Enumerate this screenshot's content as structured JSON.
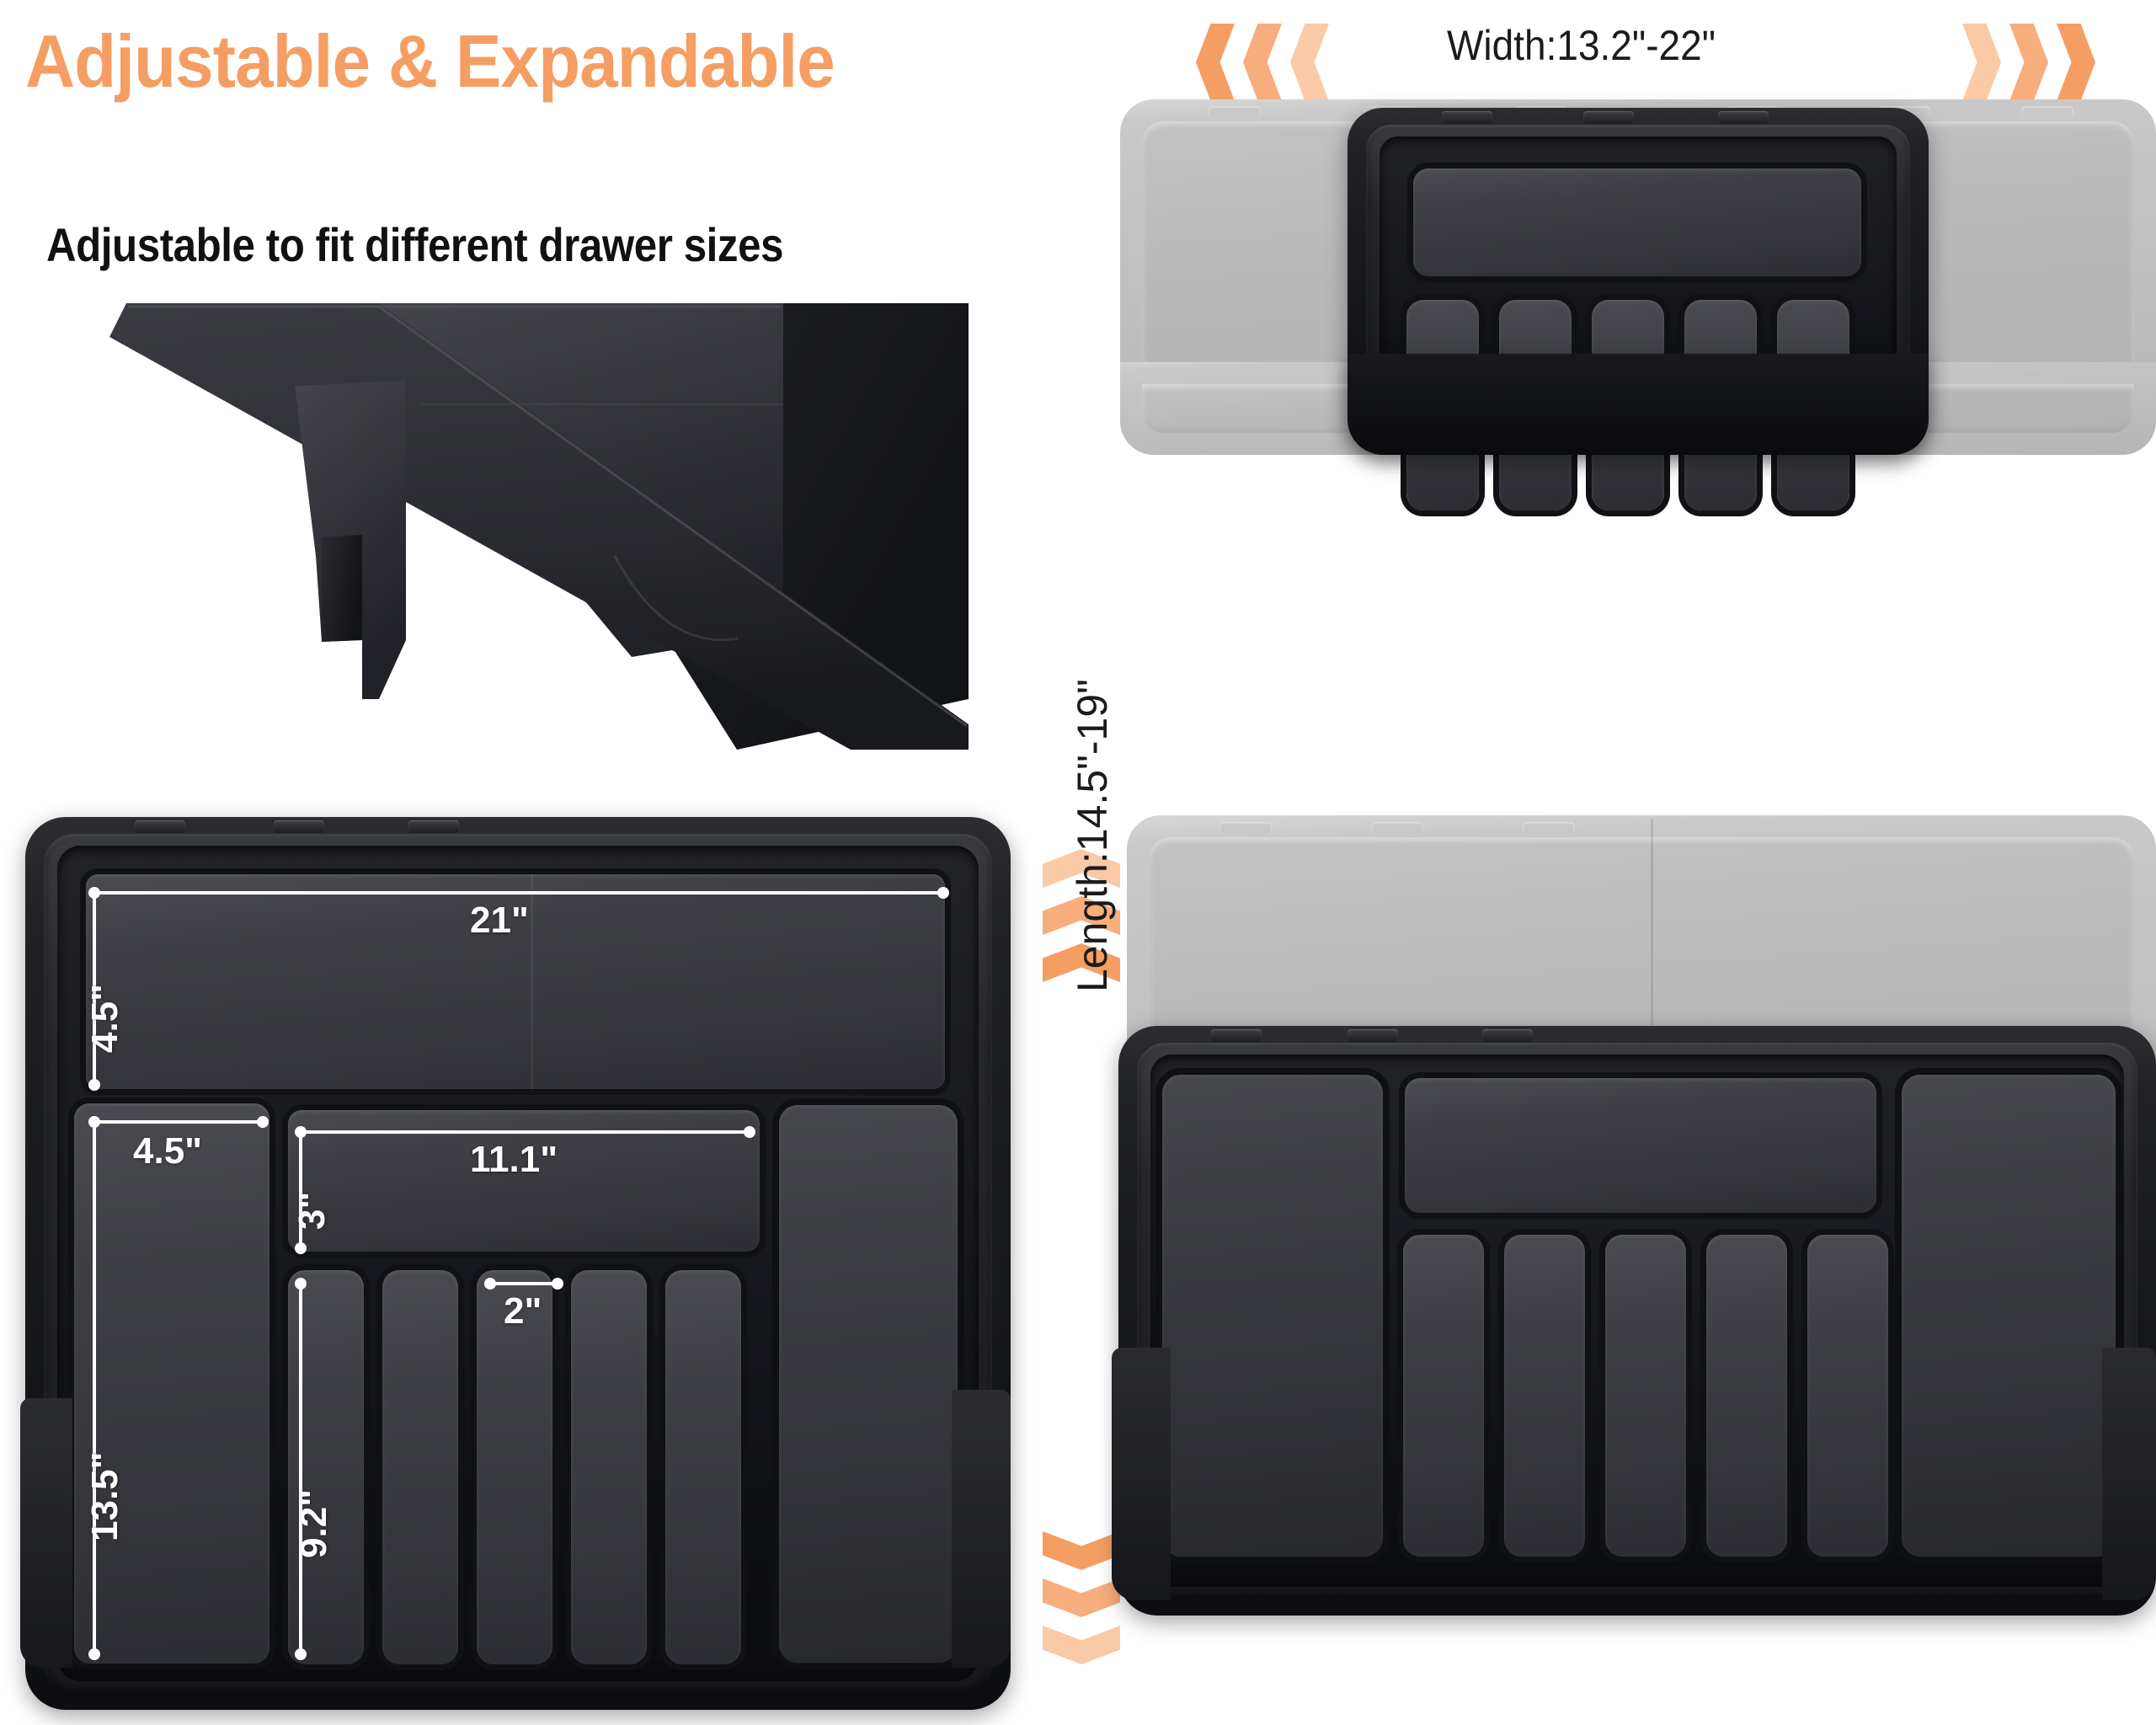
{
  "header": {
    "title": "Adjustable & Expandable",
    "subtitle": "Adjustable to fit different drawer sizes",
    "title_color": "#F59E63",
    "subtitle_color": "#111111"
  },
  "accent_color": "#F59E63",
  "panels": {
    "top_right": {
      "name": "width-expansion-panel",
      "label": "Width:13.2\"-22\"",
      "arrow_left_icon": "chevron-left-icon",
      "arrow_right_icon": "chevron-right-icon",
      "chevron_count": 3
    },
    "bottom_right": {
      "name": "length-expansion-panel",
      "label": "Length:14.5\"-19\"",
      "arrow_up_icon": "chevron-up-icon",
      "arrow_down_icon": "chevron-down-icon",
      "chevron_count": 3
    },
    "top_left": {
      "name": "slide-rail-closeup",
      "arrow_icon": "bidirectional-slide-arrows-icon"
    },
    "bottom_left": {
      "name": "dimension-diagram"
    }
  },
  "dimensions": {
    "top_compartment_length": "21\"",
    "top_compartment_depth": "4.5\"",
    "side_compartment_width": "4.5\"",
    "side_compartment_height": "13.5\"",
    "mid_compartment_length": "11.1\"",
    "mid_compartment_depth": "3\"",
    "slot_height": "9.2\"",
    "slot_width": "2\""
  }
}
